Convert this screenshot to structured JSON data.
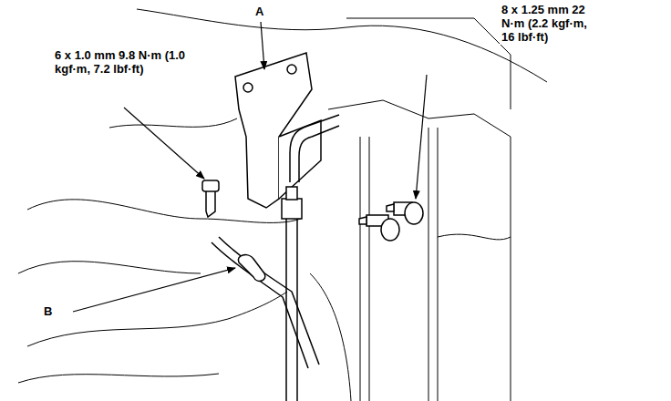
{
  "diagram": {
    "labels": [
      "A",
      "6 x 1.0 mm 9.8 N·m (1.0 kgf·m, 7.2 lbf·ft)",
      "8 x 1.25 mm 22 N·m (2.2 kgf·m, 16 lbf·ft)",
      "B"
    ]
  }
}
